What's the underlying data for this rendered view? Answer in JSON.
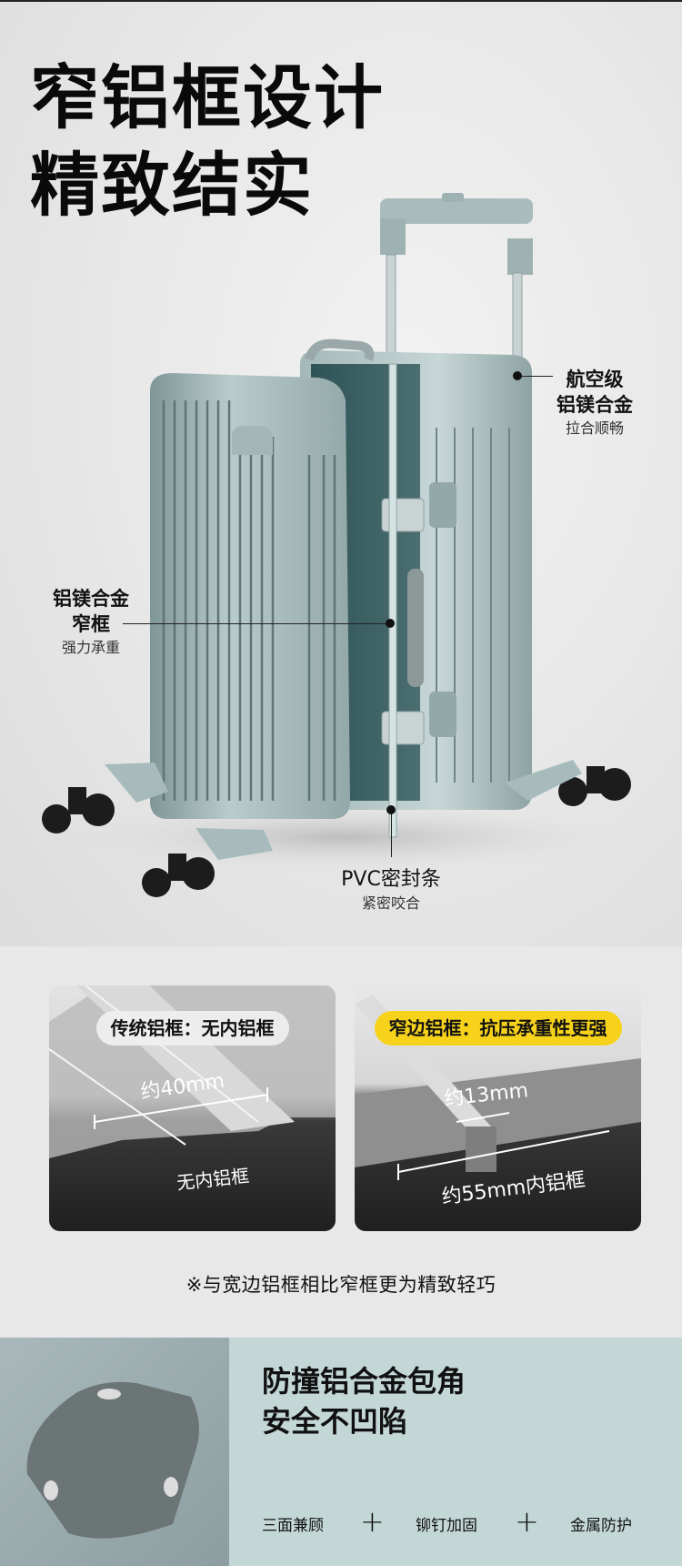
{
  "hero": {
    "title_line1": "窄铝框设计",
    "title_line2": "精致结实"
  },
  "callouts": {
    "trolley": {
      "heading_line1": "航空级",
      "heading_line2": "铝镁合金",
      "sub": "拉合顺畅"
    },
    "frame": {
      "heading_line1": "铝镁合金",
      "heading_line2": "窄框",
      "sub": "强力承重"
    },
    "seal": {
      "heading": "PVC密封条",
      "sub": "紧密咬合"
    }
  },
  "comparison": {
    "traditional": {
      "label": "传统铝框：无内铝框",
      "measure": "约40mm",
      "caption": "无内铝框"
    },
    "narrow": {
      "label": "窄边铝框：抗压承重性更强",
      "measure": "约13mm",
      "caption": "约55mm内铝框",
      "accent": "#f7d21b"
    }
  },
  "note": "※与宽边铝框相比窄框更为精致轻巧",
  "corner_section": {
    "title_line1": "防撞铝合金包角",
    "title_line2": "安全不凹陷",
    "features": [
      "三面兼顾",
      "铆钉加固",
      "金属防护"
    ],
    "separator": "+",
    "background": "#c4d7d7"
  }
}
